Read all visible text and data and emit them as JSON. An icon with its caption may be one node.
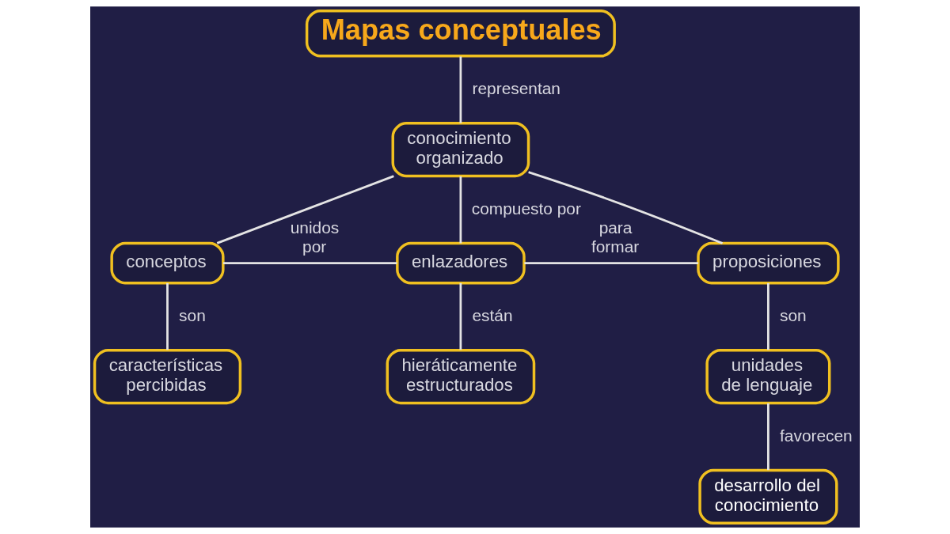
{
  "diagram": {
    "nodes": [
      {
        "text": [
          "Mapas conceptuales"
        ]
      },
      {
        "text": [
          "conocimiento organizado"
        ]
      },
      {
        "text": [
          "conceptos"
        ]
      },
      {
        "text": [
          "enlazadores"
        ]
      },
      {
        "text": [
          "proposiciones"
        ]
      },
      {
        "text": [
          "características percibidas"
        ]
      },
      {
        "text": [
          "hieráticamente estructurados"
        ]
      },
      {
        "text": [
          "unidades de lenguaje"
        ]
      },
      {
        "text": [
          "desarrollo del conocimiento"
        ]
      }
    ],
    "edges": [
      {
        "from": 0,
        "to": 1,
        "arrow": "none",
        "label": "representan"
      },
      {
        "from": 1,
        "to": 2,
        "arrow": "none"
      },
      {
        "from": 1,
        "to": 3,
        "arrow": "none",
        "label": "compuesto por"
      },
      {
        "from": 1,
        "to": 4,
        "arrow": "none"
      },
      {
        "from": 2,
        "to": 3,
        "arrow": "none",
        "label": "unidos por"
      },
      {
        "from": 3,
        "to": 4,
        "arrow": "none",
        "label": "para formar"
      },
      {
        "from": 2,
        "to": 5,
        "arrow": "none",
        "label": "son"
      },
      {
        "from": 3,
        "to": 6,
        "arrow": "none",
        "label": "están"
      },
      {
        "from": 4,
        "to": 7,
        "arrow": "none",
        "label": "son"
      },
      {
        "from": 7,
        "to": 8,
        "arrow": "none",
        "label": "favorecen"
      }
    ]
  }
}
